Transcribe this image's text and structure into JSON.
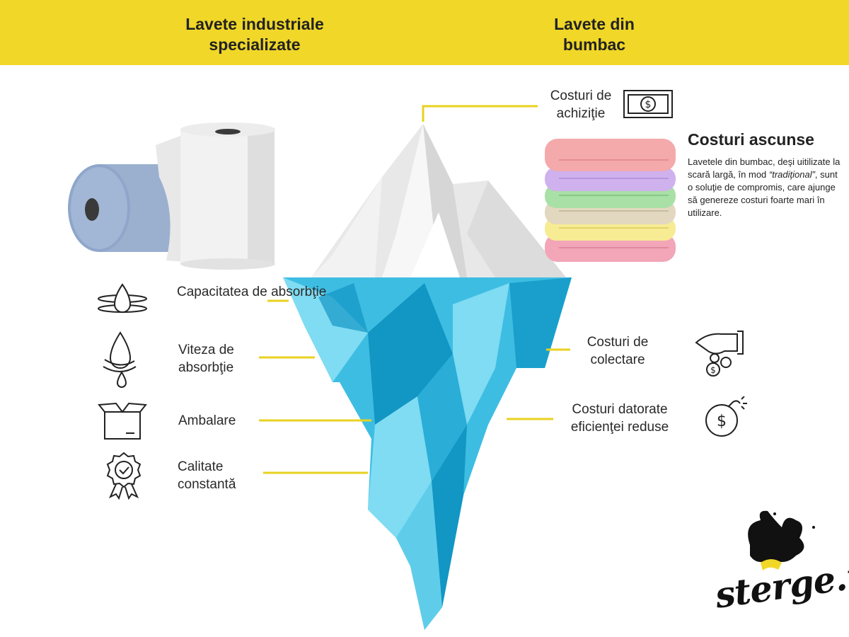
{
  "header": {
    "left_title": "Lavete industriale specializate",
    "right_title": "Lavete din bumbac"
  },
  "left_features": [
    {
      "label": "Capacitatea de absorbţie",
      "icon": "absorption-capacity-icon"
    },
    {
      "label": "Viteza de absorbţie",
      "icon": "absorption-speed-icon"
    },
    {
      "label": "Ambalare",
      "icon": "package-box-icon"
    },
    {
      "label": "Calitate constantă",
      "icon": "quality-badge-icon"
    }
  ],
  "right_costs": [
    {
      "label": "Costuri de achiziţie",
      "icon": "banknote-icon"
    },
    {
      "label": "Costuri de colectare",
      "icon": "hand-coins-icon"
    },
    {
      "label": "Costuri datorate eficienţei reduse",
      "icon": "money-bomb-icon"
    }
  ],
  "hidden_costs": {
    "title": "Costuri ascunse",
    "desc_1": "Lavetele din bumbac, deşi uitilizate la scară largă, în mod ",
    "desc_em": "“tradiţional”",
    "desc_2": ", sunt o soluţie de compromis, care ajunge să genereze costuri foarte mari în utilizare."
  },
  "logo": {
    "text": "sterge.ro"
  },
  "colors": {
    "header_yellow": "#f0d728",
    "connector_yellow": "#e8d21f",
    "ice_blue_light": "#7fdcf2",
    "ice_blue_mid": "#3ebde3",
    "ice_blue_dark": "#1296c4",
    "snow": "#eeeeee",
    "roll_blue": "#8a9fc2"
  }
}
